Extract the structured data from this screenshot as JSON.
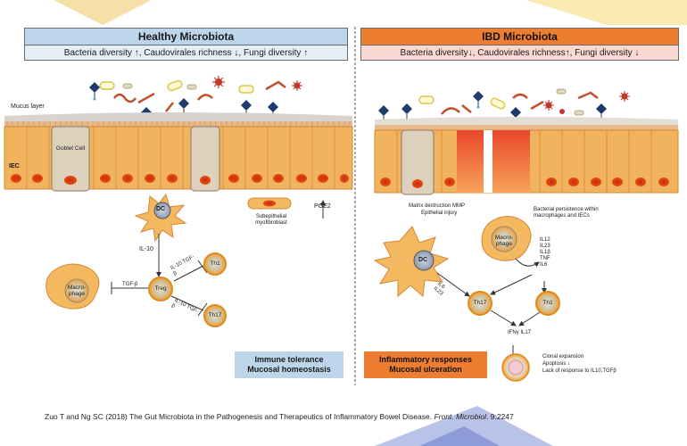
{
  "healthy": {
    "title": "Healthy Microbiota",
    "subtitle": "Bacteria diversity ↑, Caudovirales richness ↓, Fungi diversity ↑",
    "mucus_label": "Mucus layer",
    "iec_label": "IEC",
    "goblet_label": "Goblet Cell",
    "dc_label": "DC",
    "myofibroblast_label": "Subepithelial myofibroblast",
    "pge2_label": "PGE2",
    "il10_label": "IL-10",
    "il10_tgfb_upper": "IL-10 TGF-β",
    "il10_tgfb_lower": "IL-10 TGF-β",
    "tgfb_label": "TGF-β",
    "macrophage_label": "Macro-phage",
    "treg_label": "Treg",
    "th1_label": "Th1",
    "th17_label": "Th17",
    "outcome_line1": "Immune tolerance",
    "outcome_line2": "Mucosal homeostasis",
    "title_color": "#bcd5ea",
    "subtitle_color": "#e4eef7"
  },
  "ibd": {
    "title": "IBD Microbiota",
    "subtitle": "Bacteria diversity↓, Caudovirales richness↑, Fungi diversity ↓",
    "matrix_label": "Matrix destruction MMP",
    "injury_label": "Epithelial injury",
    "persistence_label": "Bacterial persistence within macrophages and IECs",
    "macrophage_label": "Macro-phage",
    "cytokines_top": [
      "IL12",
      "IL23",
      "IL1β",
      "TNF",
      "IL6"
    ],
    "dc_label": "DC",
    "il6_il23_label": "IL6 IL23",
    "th17_label": "Th17",
    "th1_label": "Th1",
    "ifn_label": "IFNγ IL17",
    "clonal_lines": [
      "Clonal expansion",
      "Apoptosis ↓",
      "Lack of response to IL10,TGFβ"
    ],
    "outcome_line1": "Inflammatory responses",
    "outcome_line2": "Mucosal ulceration",
    "title_color": "#ed7d31",
    "subtitle_color": "#fbd9d3"
  },
  "citation": {
    "text": "Zuo T and Ng SC (2018) The Gut Microbiota in the Pathogenesis and Therapeutics of Inflammatory Bowel Disease.",
    "journal": "Front. Microbiol",
    "volume": ". 9:2247"
  }
}
